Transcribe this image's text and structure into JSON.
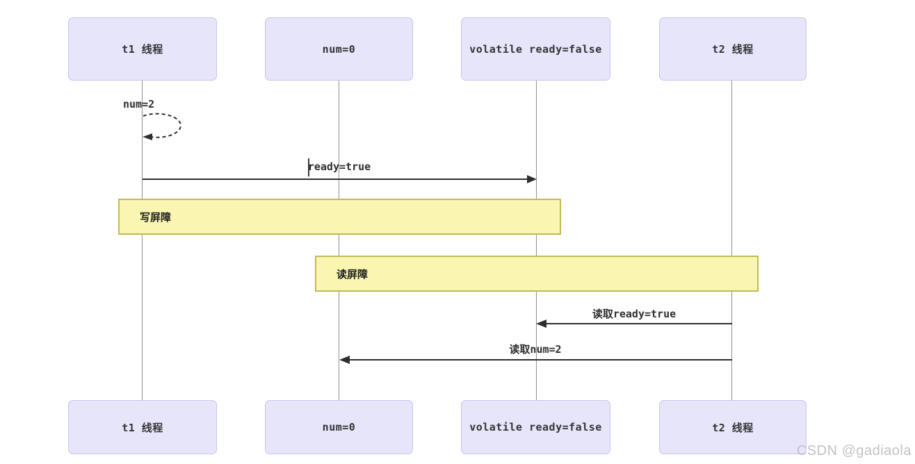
{
  "diagram": {
    "type": "sequence-diagram",
    "lifelines": [
      {
        "id": "t1",
        "label": "t1 线程"
      },
      {
        "id": "num",
        "label": "num=0"
      },
      {
        "id": "volatile",
        "label": "volatile ready=false"
      },
      {
        "id": "t2",
        "label": "t2 线程"
      }
    ],
    "messages": [
      {
        "label": "num=2",
        "type": "self-message-dashed",
        "from": "t1",
        "to": "t1"
      },
      {
        "label": "ready=true",
        "type": "solid-arrow",
        "from": "t1",
        "to": "volatile",
        "editing_caret": true
      },
      {
        "label": "读取ready=true",
        "type": "solid-arrow",
        "from": "t2",
        "to": "volatile"
      },
      {
        "label": "读取num=2",
        "type": "solid-arrow",
        "from": "t2",
        "to": "num"
      }
    ],
    "barriers": [
      {
        "label": "写屏障",
        "spans": [
          "t1",
          "volatile"
        ]
      },
      {
        "label": "读屏障",
        "spans": [
          "num",
          "t2"
        ]
      }
    ],
    "colors": {
      "actor_fill": "#e6e5fa",
      "actor_border": "#c6c5ef",
      "barrier_fill": "#faf5b0",
      "barrier_border": "#c0ba58",
      "arrow": "#2e2e2e",
      "lifeline": "#8f8f8f",
      "text": "#2f2f2f",
      "watermark": "#c2c2c6"
    }
  },
  "watermark": {
    "text": "CSDN @gadiaola"
  }
}
